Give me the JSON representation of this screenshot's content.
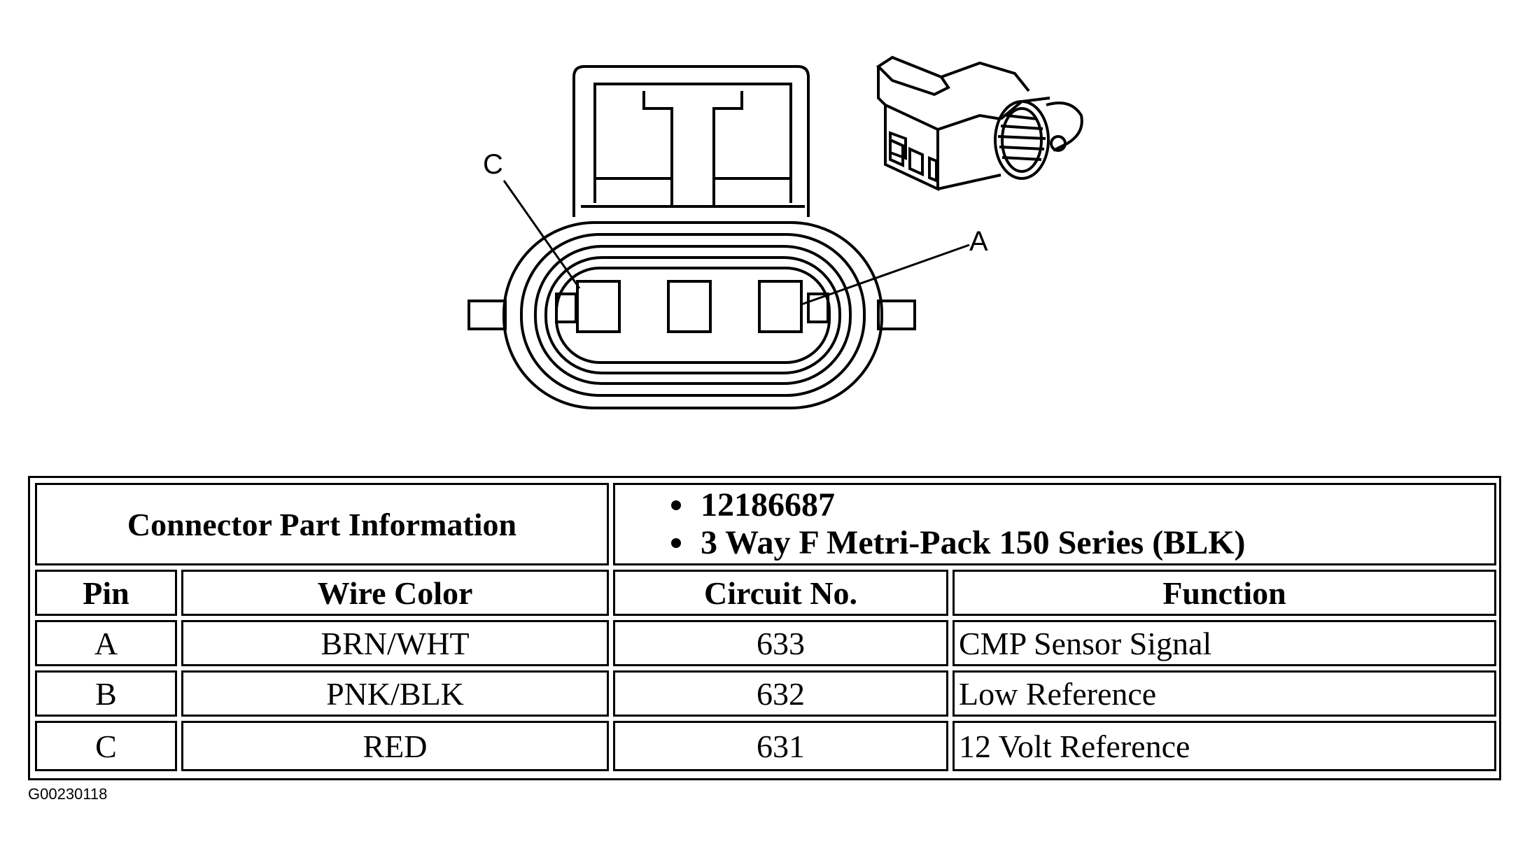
{
  "diagram": {
    "pin_c_label": "C",
    "pin_a_label": "A"
  },
  "table": {
    "info_label": "Connector Part Information",
    "part_info": [
      "12186687",
      "3 Way F Metri-Pack 150 Series (BLK)"
    ],
    "headers": {
      "pin": "Pin",
      "wire_color": "Wire Color",
      "circuit_no": "Circuit No.",
      "function": "Function"
    },
    "rows": [
      {
        "pin": "A",
        "wire_color": "BRN/WHT",
        "circuit_no": "633",
        "function": "CMP Sensor Signal"
      },
      {
        "pin": "B",
        "wire_color": "PNK/BLK",
        "circuit_no": "632",
        "function": "Low Reference"
      },
      {
        "pin": "C",
        "wire_color": "RED",
        "circuit_no": "631",
        "function": "12 Volt Reference"
      }
    ]
  },
  "figure_id": "G00230118"
}
